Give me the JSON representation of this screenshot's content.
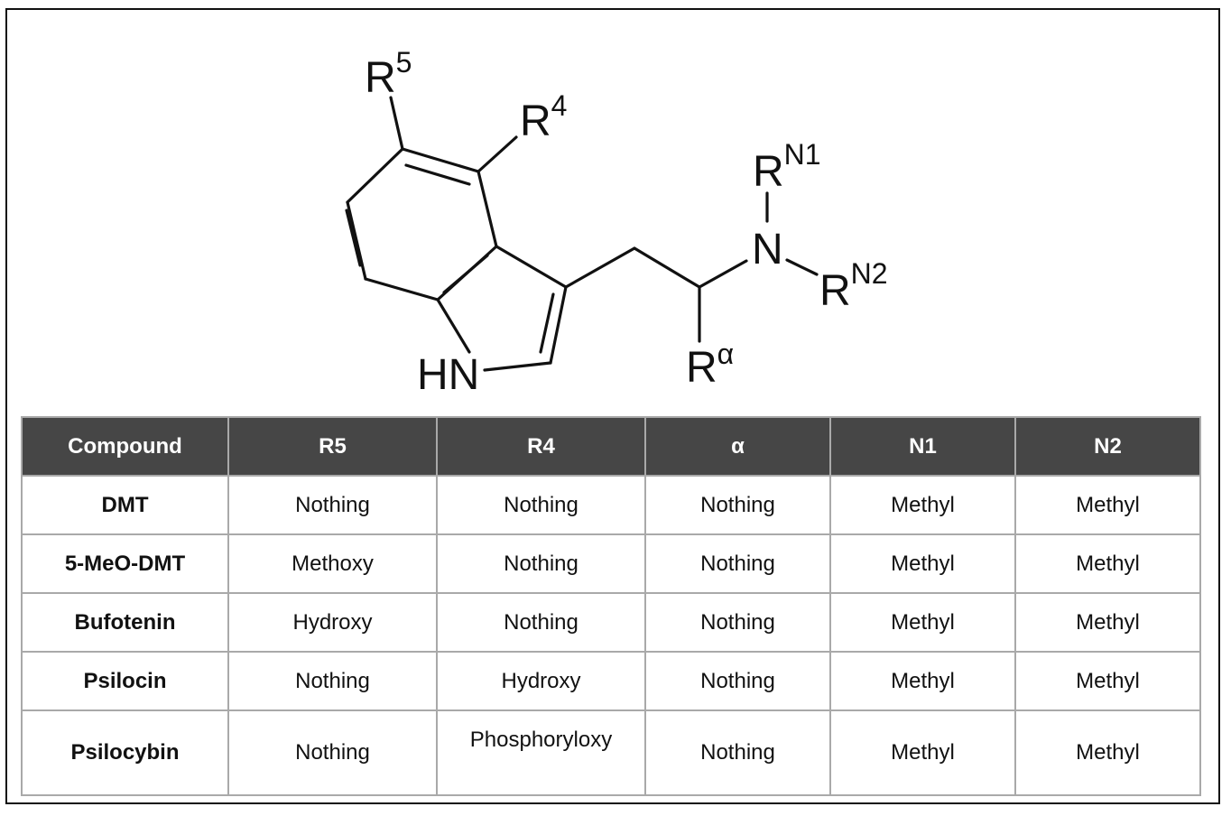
{
  "structure": {
    "labels": {
      "r5": "R",
      "r5_sup": "5",
      "r4": "R",
      "r4_sup": "4",
      "rn1": "R",
      "rn1_sup": "N1",
      "n": "N",
      "rn2": "R",
      "rn2_sup": "N2",
      "ralpha": "R",
      "ralpha_sup": "α",
      "hn": "HN"
    }
  },
  "table": {
    "headers": [
      "Compound",
      "R5",
      "R4",
      "α",
      "N1",
      "N2"
    ],
    "rows": [
      [
        "DMT",
        "Nothing",
        "Nothing",
        "Nothing",
        "Methyl",
        "Methyl"
      ],
      [
        "5-MeO-DMT",
        "Methoxy",
        "Nothing",
        "Nothing",
        "Methyl",
        "Methyl"
      ],
      [
        "Bufotenin",
        "Hydroxy",
        "Nothing",
        "Nothing",
        "Methyl",
        "Methyl"
      ],
      [
        "Psilocin",
        "Nothing",
        "Hydroxy",
        "Nothing",
        "Methyl",
        "Methyl"
      ],
      [
        "Psilocybin",
        "Nothing",
        "Phosphoryloxy",
        "Nothing",
        "Methyl",
        "Methyl"
      ]
    ]
  },
  "colors": {
    "header_bg": "#464646",
    "header_text": "#ffffff",
    "grid": "#a9a9a9",
    "ink": "#111111"
  }
}
